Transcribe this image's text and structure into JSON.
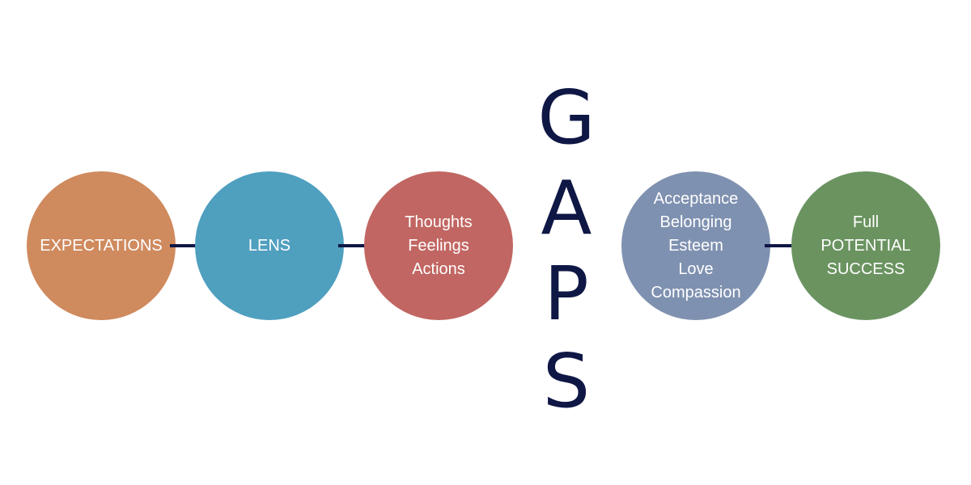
{
  "colors": {
    "expectations": "#cf8a5e",
    "lens": "#4f9fbf",
    "thoughts": "#c16662",
    "acceptance": "#7f91b0",
    "full": "#6a9360",
    "arrow": "#0f1745",
    "gaps": "#0f1745"
  },
  "nodes": {
    "expectations": {
      "lines": [
        "EXPECTATIONS"
      ]
    },
    "lens": {
      "lines": [
        "LENS"
      ]
    },
    "thoughts": {
      "lines": [
        "Thoughts",
        "Feelings",
        "Actions"
      ]
    },
    "acceptance": {
      "lines": [
        "Acceptance",
        "Belonging",
        "Esteem",
        "Love",
        "Compassion"
      ]
    },
    "full": {
      "lines": [
        "Full",
        "POTENTIAL",
        "SUCCESS"
      ]
    }
  },
  "gaps": {
    "letters": [
      "G",
      "A",
      "P",
      "S"
    ]
  },
  "icons": {
    "arrow": "arrow-right-icon"
  }
}
